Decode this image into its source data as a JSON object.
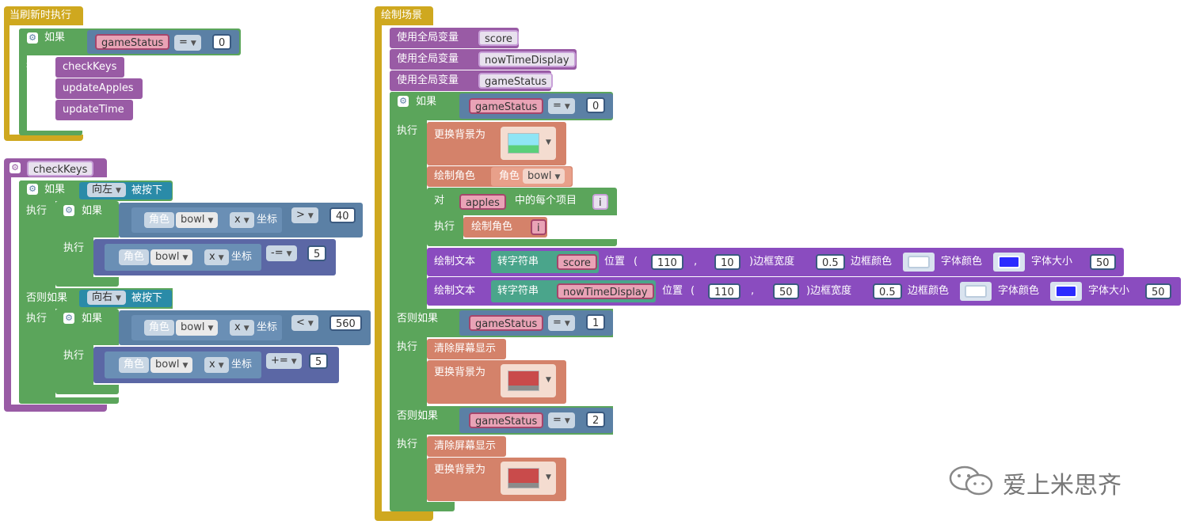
{
  "labels": {
    "on_refresh": "当刷新时执行",
    "if": "如果",
    "do": "执行",
    "else_if": "否则如果",
    "key_pressed": "被按下",
    "sprite": "角色",
    "coord": "坐标",
    "draw_scene": "绘制场景",
    "use_global": "使用全局变量",
    "change_bg": "更换背景为",
    "draw_sprite": "绘制角色",
    "for_each": "对",
    "each_item": "中的每个项目",
    "draw_text": "绘制文本",
    "to_string": "转字符串",
    "position": "位置",
    "paren_open": "(",
    "comma": ",",
    "paren_close_border": ")边框宽度",
    "border_color": "边框颜色",
    "font_color": "字体颜色",
    "font_size": "字体大小",
    "clear_screen": "清除屏幕显示"
  },
  "vars": {
    "gameStatus": "gameStatus",
    "score": "score",
    "nowTimeDisplay": "nowTimeDisplay",
    "apples": "apples",
    "i": "i"
  },
  "procs": {
    "checkKeys": "checkKeys",
    "updateApples": "updateApples",
    "updateTime": "updateTime"
  },
  "ops": {
    "eq": "=",
    "gt": ">",
    "lt": "<",
    "minus_eq": "-=",
    "plus_eq": "+="
  },
  "values": {
    "zero": "0",
    "one": "1",
    "two": "2",
    "forty": "40",
    "five": "5",
    "five_sixty": "560",
    "one_ten": "110",
    "ten": "10",
    "fifty": "50",
    "half": "0.5"
  },
  "keys": {
    "left": "向左",
    "right": "向右"
  },
  "sprites": {
    "bowl": "bowl",
    "x": "x"
  },
  "colors": {
    "event_yellow": "#cfa81f",
    "logic_green": "#5ba55b",
    "procedure_purple": "#995ba5",
    "logic_blue": "#5b80a5",
    "scene_orange": "#d4826a",
    "text_violet": "#8a4cbf",
    "font_blue": "#2b2bff"
  },
  "watermark": "爱上米思齐"
}
